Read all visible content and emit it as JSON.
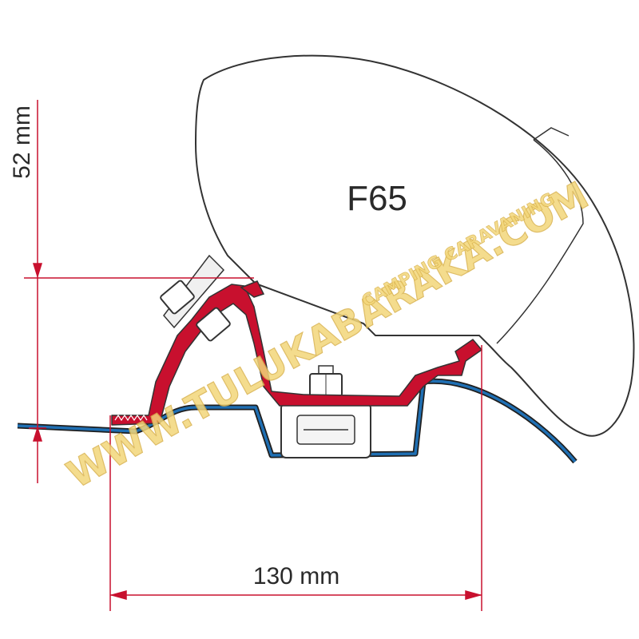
{
  "product_label": "F65",
  "dimensions": {
    "height": "52 mm",
    "width": "130 mm"
  },
  "watermark": {
    "main": "WWW.TULUKABARAKA.COM",
    "sub": "CAMPING CARAVANING"
  },
  "colors": {
    "bracket": "#c8102e",
    "roof_profile": "#1f6fb3",
    "dimension_line": "#c8102e",
    "outline": "#333333",
    "watermark": "#f3d77a"
  }
}
